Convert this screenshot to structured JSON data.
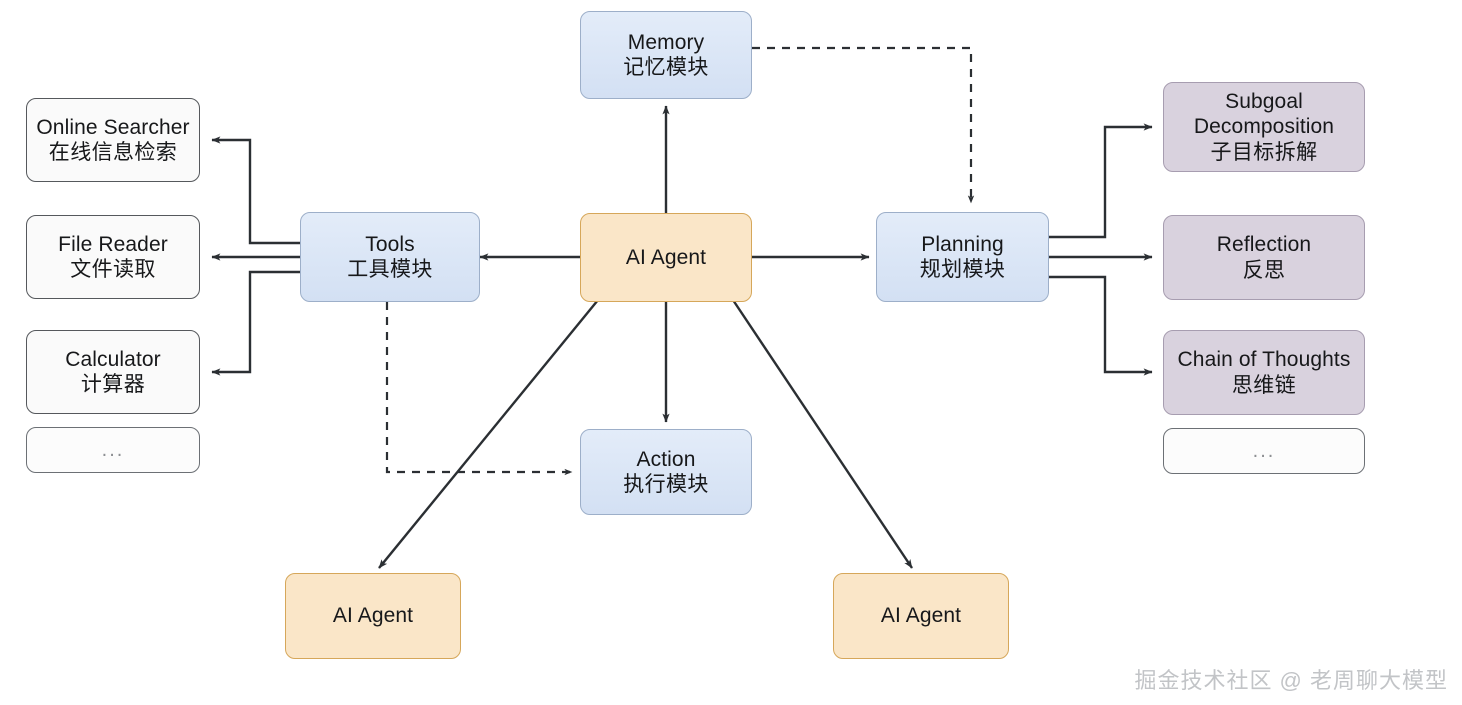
{
  "diagram": {
    "title": "AI Agent architecture diagram",
    "background_color": "#ffffff",
    "colors": {
      "agent_fill": "#fae6c8",
      "agent_border": "#d6a75a",
      "module_fill": "#dbe6f6",
      "module_border": "#9dafc9",
      "tool_fill": "#fafafa",
      "tool_border": "#55585c",
      "planning_item_fill": "#d9d2de",
      "planning_item_border": "#a79db0",
      "edge_color": "#2b2f33",
      "watermark_color": "#c2c4c7"
    },
    "nodes": {
      "ai_agent_center": {
        "en": "AI Agent",
        "zh": ""
      },
      "memory": {
        "en": "Memory",
        "zh": "记忆模块"
      },
      "tools": {
        "en": "Tools",
        "zh": "工具模块"
      },
      "action": {
        "en": "Action",
        "zh": "执行模块"
      },
      "planning": {
        "en": "Planning",
        "zh": "规划模块"
      },
      "online_searcher": {
        "en": "Online Searcher",
        "zh": "在线信息检索"
      },
      "file_reader": {
        "en": "File Reader",
        "zh": "文件读取"
      },
      "calculator": {
        "en": "Calculator",
        "zh": "计算器"
      },
      "tools_more": {
        "en": "...",
        "zh": ""
      },
      "subgoal_decomposition": {
        "en1": "Subgoal",
        "en2": "Decomposition",
        "zh": "子目标拆解"
      },
      "reflection": {
        "en": "Reflection",
        "zh": "反思"
      },
      "chain_of_thoughts": {
        "en": "Chain of Thoughts",
        "zh": "思维链"
      },
      "planning_more": {
        "en": "...",
        "zh": ""
      },
      "ai_agent_child_left": {
        "en": "AI Agent",
        "zh": ""
      },
      "ai_agent_child_right": {
        "en": "AI Agent",
        "zh": ""
      }
    },
    "edges": [
      {
        "from": "ai_agent_center",
        "to": "memory",
        "style": "solid",
        "arrow": "end"
      },
      {
        "from": "ai_agent_center",
        "to": "tools",
        "style": "solid",
        "arrow": "end"
      },
      {
        "from": "ai_agent_center",
        "to": "action",
        "style": "solid",
        "arrow": "end"
      },
      {
        "from": "ai_agent_center",
        "to": "planning",
        "style": "solid",
        "arrow": "end"
      },
      {
        "from": "ai_agent_center",
        "to": "ai_agent_child_left",
        "style": "solid",
        "arrow": "end"
      },
      {
        "from": "ai_agent_center",
        "to": "ai_agent_child_right",
        "style": "solid",
        "arrow": "end"
      },
      {
        "from": "memory",
        "to": "planning",
        "style": "dashed",
        "arrow": "end"
      },
      {
        "from": "tools",
        "to": "action",
        "style": "dashed",
        "arrow": "end"
      },
      {
        "from": "tools",
        "to": "online_searcher",
        "style": "solid",
        "arrow": "end"
      },
      {
        "from": "tools",
        "to": "file_reader",
        "style": "solid",
        "arrow": "end"
      },
      {
        "from": "tools",
        "to": "calculator",
        "style": "solid",
        "arrow": "end"
      },
      {
        "from": "planning",
        "to": "subgoal_decomposition",
        "style": "solid",
        "arrow": "end"
      },
      {
        "from": "planning",
        "to": "reflection",
        "style": "solid",
        "arrow": "end"
      },
      {
        "from": "planning",
        "to": "chain_of_thoughts",
        "style": "solid",
        "arrow": "end"
      }
    ],
    "watermark": "掘金技术社区 @ 老周聊大模型"
  }
}
